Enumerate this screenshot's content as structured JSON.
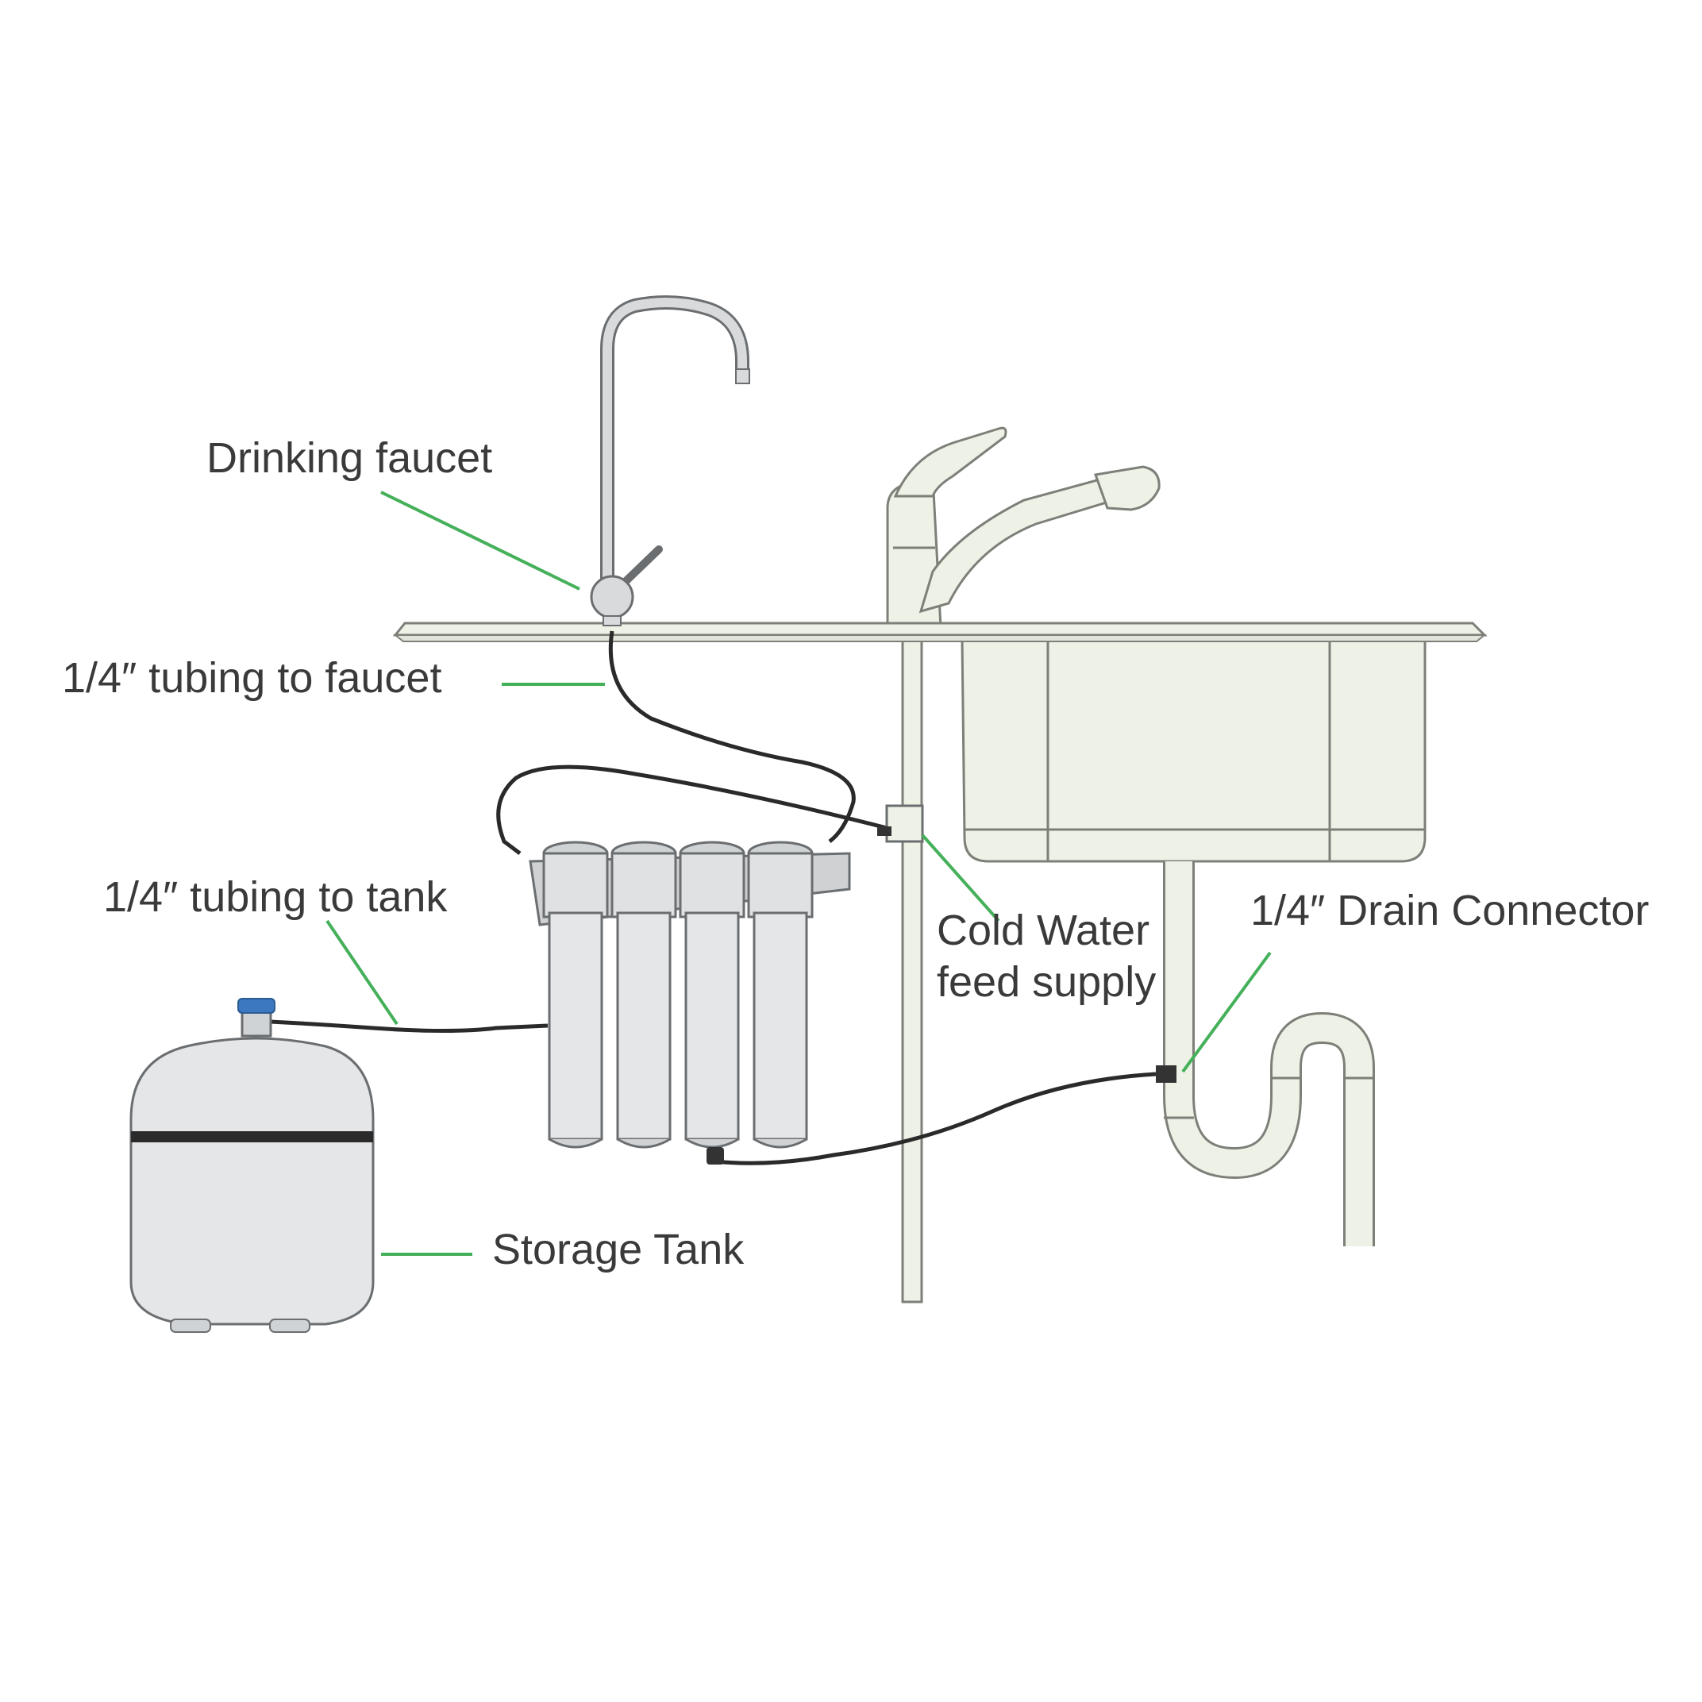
{
  "colors": {
    "leader": "#45b05a",
    "label_text": "#3a3a3a",
    "tubing": "#2a2a2a",
    "fixture_fill": "#eef1e6",
    "fixture_stroke": "#7c8078",
    "metal_fill": "#d8dadb",
    "metal_stroke": "#6b6e70",
    "valve_cap": "#3b78c0"
  },
  "labels": {
    "drinking_faucet": "Drinking faucet",
    "tubing_to_faucet": "1/4″ tubing to faucet",
    "tubing_to_tank": "1/4″ tubing to tank",
    "cold_water_line1": "Cold Water",
    "cold_water_line2": "feed supply",
    "drain_connector": "1/4″ Drain Connector",
    "storage_tank": "Storage Tank"
  },
  "components": {
    "filter_housings": 4
  }
}
